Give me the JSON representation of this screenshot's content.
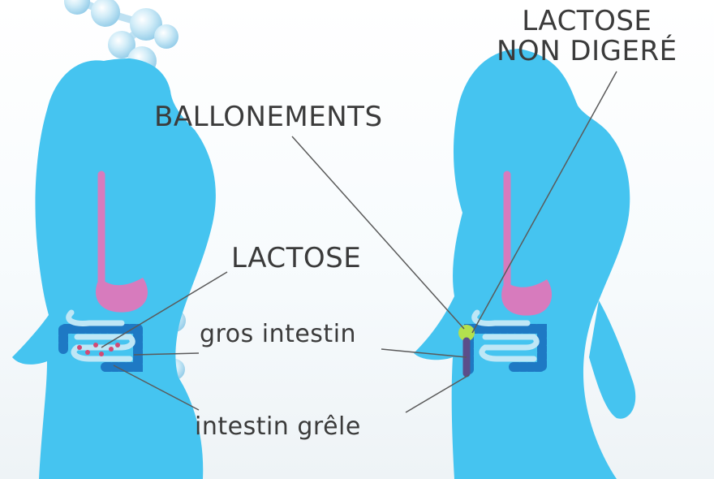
{
  "labels": {
    "lactose_non_digere_line1": "LACTOSE",
    "lactose_non_digere_line2": "NON DIGERÉ",
    "ballonements": "BALLONEMENTS",
    "lactose": "LACTOSE",
    "gros_intestin": "gros intestin",
    "intestin_grele": "intestin grêle"
  },
  "colors": {
    "silhouette": "#45c4f0",
    "esophagus_stomach": "#d77bbd",
    "colon": "#1e79c4",
    "small_intestine": "#bfe7f6",
    "lactose_dots": "#d24a74",
    "undigested_lactose": "#b3e04e",
    "bloating_marker": "#5b4e8a",
    "molecule_chain": "#a8d9ef",
    "leader_lines": "#5a5a5a",
    "label_text": "#3b3b3b"
  },
  "icons": [
    "molecule-chain-icon",
    "woman-silhouette-icon",
    "digestive-system-icon"
  ]
}
